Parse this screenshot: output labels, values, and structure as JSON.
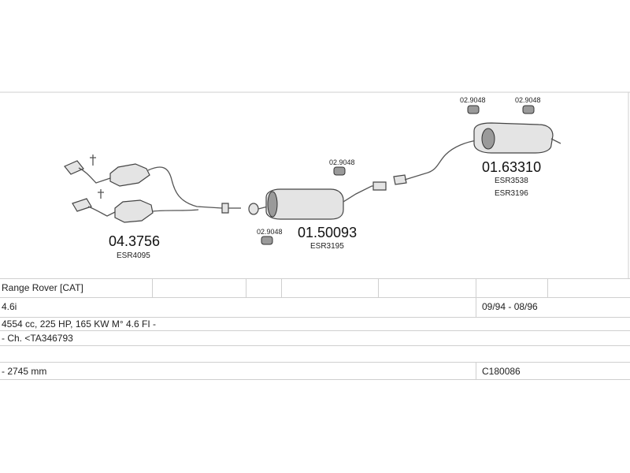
{
  "parts": {
    "catalyst": {
      "number": "04.3756",
      "esr": "ESR4095"
    },
    "middle_silencer": {
      "number": "01.50093",
      "esr": "ESR3195"
    },
    "rear_silencer": {
      "number": "01.63310",
      "esr": [
        "ESR3538",
        "ESR3196"
      ]
    },
    "hangers": [
      "02.9048",
      "02.9048",
      "02.9048",
      "02.9048"
    ]
  },
  "info": {
    "model": "Range Rover  [CAT]",
    "engine": "4.6i",
    "years": "09/94 - 08/96",
    "specs": "4554 cc, 225 HP, 165 KW M° 4.6 FI -",
    "chassis": "- Ch. <TA346793",
    "wheelbase": "- 2745 mm",
    "code": "C180086"
  }
}
